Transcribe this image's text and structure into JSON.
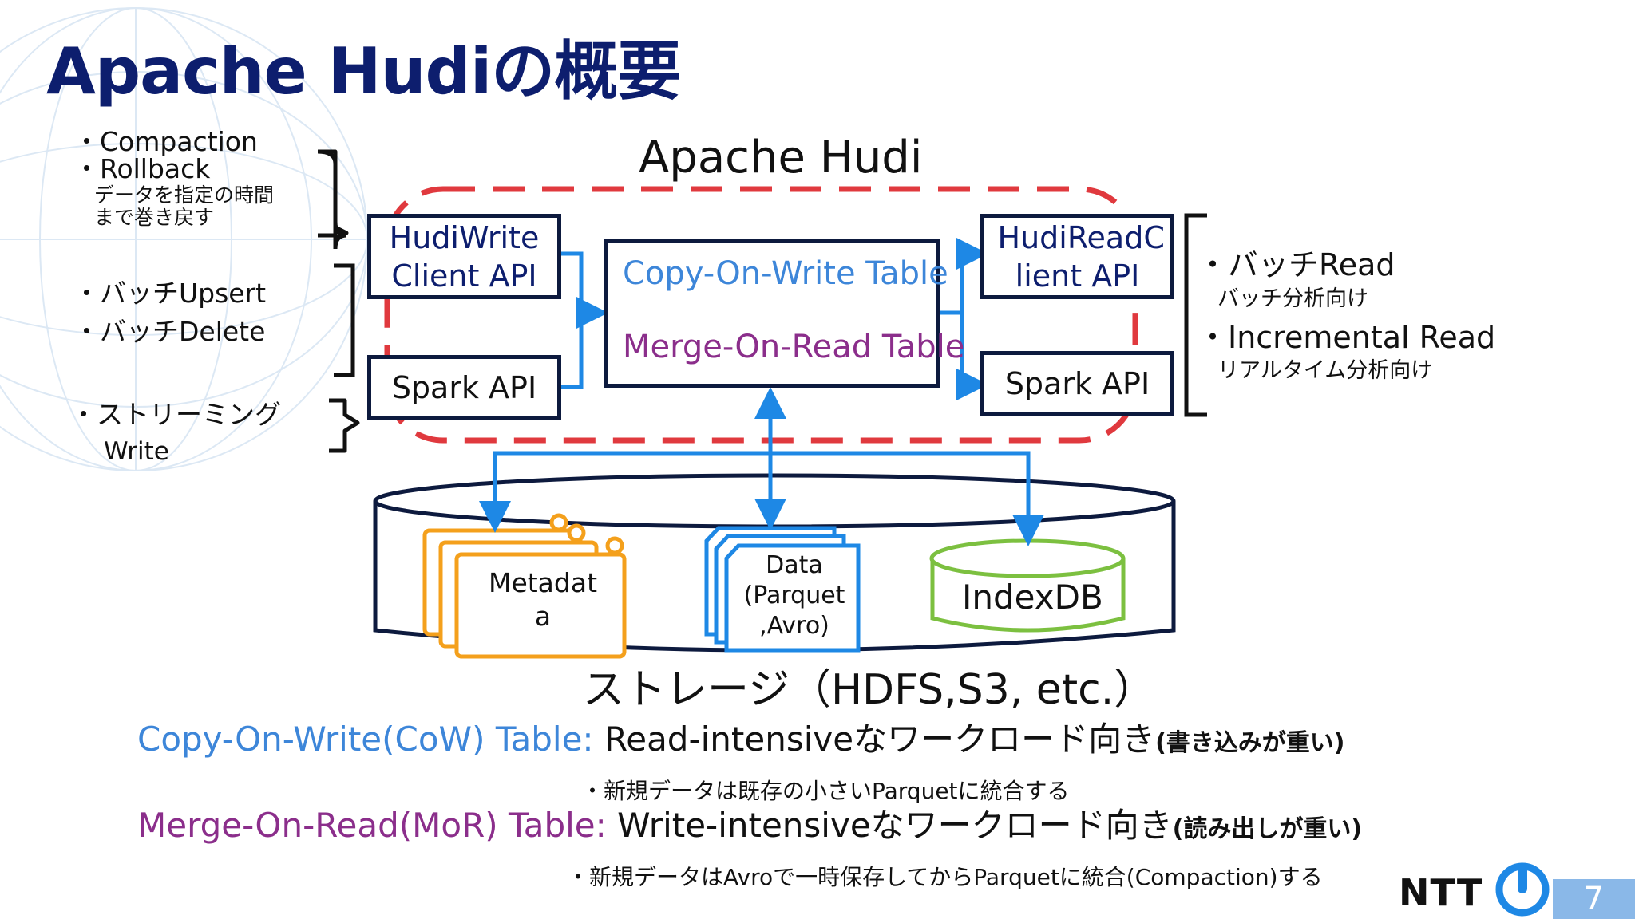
{
  "title": "Apache Hudiの概要",
  "left_notes": {
    "compaction": "・Compaction",
    "rollback": "・Rollback",
    "rollback_desc_1": "データを指定の時間",
    "rollback_desc_2": "まで巻き戻す",
    "batch_upsert": "・バッチUpsert",
    "batch_delete": "・バッチDelete",
    "streaming": "・ストリーミング",
    "streaming_write": "Write"
  },
  "hudi": {
    "label": "Apache Hudi",
    "write_client_api": "HudiWrite Client API",
    "spark_api_left": "Spark API",
    "cow_table": "Copy-On-Write Table",
    "mor_table": "Merge-On-Read Table",
    "read_client_api": "HudiReadC lient API",
    "spark_api_right": "Spark API"
  },
  "right_notes": {
    "batch_read": "・バッチRead",
    "batch_read_desc": "バッチ分析向け",
    "incremental_read": "・Incremental Read",
    "incremental_read_desc": "リアルタイム分析向け"
  },
  "storage": {
    "metadata": "Metadat a",
    "data": "Data (Parquet ,Avro)",
    "indexdb": "IndexDB",
    "label": "ストレージ（HDFS,S3, etc.）"
  },
  "notes": {
    "cow_prefix": "Copy-On-Write(CoW) Table: ",
    "cow_text": "Read-intensiveなワークロード向き",
    "cow_heavy": "(書き込みが重い)",
    "cow_sub": "・新規データは既存の小さいParquetに統合する",
    "mor_prefix": "Merge-On-Read(MoR) Table: ",
    "mor_text": "Write-intensiveなワークロード向き",
    "mor_heavy": "(読み出しが重い)",
    "mor_sub": "・新規データはAvroで一時保存してからParquetに統合(Compaction)する"
  },
  "footer": {
    "logo": "NTT",
    "page": "7"
  },
  "colors": {
    "title": "#0d1e6e",
    "hudi_boundary": "#e0393e",
    "arrow": "#1e88e5",
    "cow": "#3d86d9",
    "mor": "#8b2e8b",
    "metadata": "#f4a01c",
    "indexdb": "#7cc040"
  },
  "icons": {
    "logo_mark": "ntt-logo-icon"
  }
}
